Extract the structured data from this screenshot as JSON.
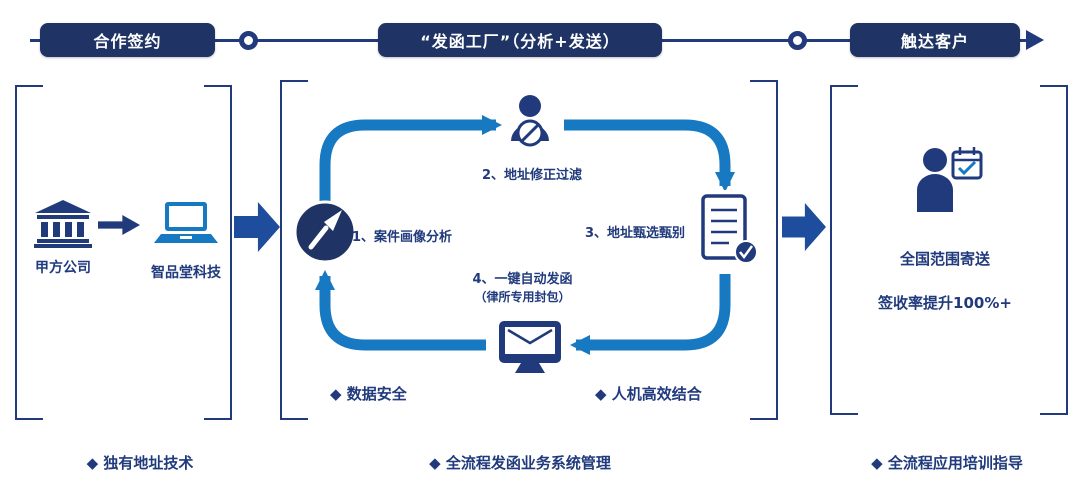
{
  "colors": {
    "navy": "#203A7C",
    "pill_navy": "#1F3464",
    "bright_blue": "#1779C2",
    "arrow_blue": "#1F4D9E"
  },
  "timeline": {
    "stages": [
      {
        "label": "合作签约"
      },
      {
        "label": "“发函工厂”（分析+发送）"
      },
      {
        "label": "触达客户"
      }
    ]
  },
  "left_panel": {
    "party": "甲方公司",
    "company": "智品堂科技",
    "bullet": "◆ 独有地址技术"
  },
  "center_panel": {
    "steps": [
      {
        "label": "1、案件画像分析"
      },
      {
        "label": "2、地址修正过滤"
      },
      {
        "label": "3、地址甄选甄别"
      },
      {
        "label": "4、一键自动发函",
        "sub": "（律所专用封包）"
      }
    ],
    "feature_left": "◆ 数据安全",
    "feature_right": "◆ 人机高效结合",
    "bullet": "◆ 全流程发函业务系统管理"
  },
  "right_panel": {
    "line1": "全国范围寄送",
    "line2": "签收率提升100%+",
    "bullet": "◆ 全流程应用培训指导"
  },
  "icons": {
    "bank": "bank-building",
    "small_arrow": "right-arrow",
    "laptop": "laptop",
    "brush_badge": "writing-brush-badge",
    "person_filter": "person-with-prohibition-sign",
    "document_check": "document-with-checkmark",
    "monitor": "desktop-monitor",
    "person_calendar": "person-with-calendar-check",
    "timeline_node": "ring-node",
    "timeline_arrowhead": "arrowhead"
  }
}
